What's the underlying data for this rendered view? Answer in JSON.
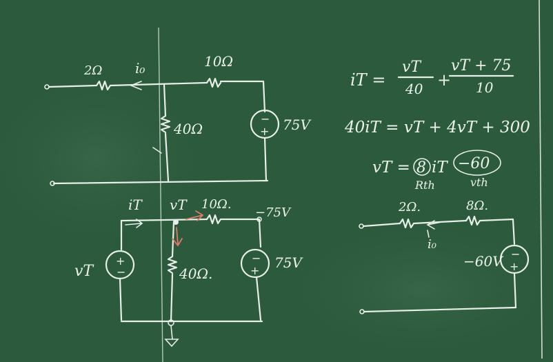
{
  "colors": {
    "board": "#2c5a3d",
    "chalk": "#e8eee8",
    "red_chalk": "#e07a6a"
  },
  "circuit1": {
    "r_left": "2Ω",
    "current": "i₀",
    "r_top": "10Ω",
    "r_shunt": "40Ω",
    "source": "75V",
    "src_minus": "−",
    "src_plus": "+"
  },
  "circuit2": {
    "current": "iT",
    "node_voltage": "vT",
    "r_top": "10Ω.",
    "node_right": "−75V",
    "r_shunt": "40Ω.",
    "source_left": "vT",
    "src_left_plus": "+",
    "src_left_minus": "−",
    "source_right": "75V",
    "src_right_minus": "−",
    "src_right_plus": "+"
  },
  "equations": {
    "eq1_lhs": "iT =",
    "eq1_f1_num": "vT",
    "eq1_f1_den": "40",
    "eq1_plus": "+",
    "eq1_f2_num": "vT + 75",
    "eq1_f2_den": "10",
    "eq2": "40iT = vT + 4vT + 300",
    "eq3_lhs": "vT =",
    "eq3_rth": "8",
    "eq3_mid": "iT",
    "eq3_vth": "−60",
    "label_rth": "Rth",
    "label_vth": "vth"
  },
  "thevenin": {
    "r_left": "2Ω.",
    "r_right": "8Ω.",
    "current": "i₀",
    "source": "−60V",
    "src_minus": "−",
    "src_plus": "+"
  }
}
